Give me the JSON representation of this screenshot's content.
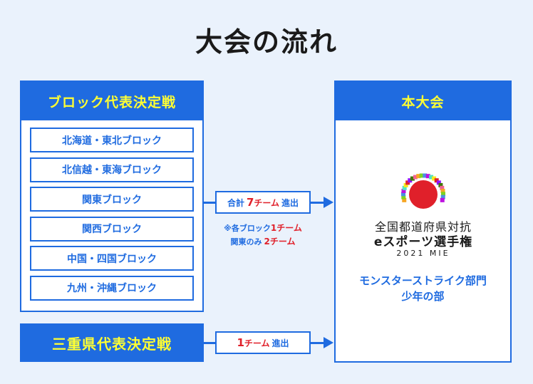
{
  "title": "大会の流れ",
  "block_panel": {
    "header": "ブロック代表決定戦",
    "regions": [
      "北海道・東北ブロック",
      "北信越・東海ブロック",
      "関東ブロック",
      "関西ブロック",
      "中国・四国ブロック",
      "九州・沖縄ブロック"
    ]
  },
  "mie_panel": {
    "label": "三重県代表決定戦"
  },
  "arrow_top": {
    "prefix": "合計",
    "number": "7",
    "suffix": "チーム",
    "tail": "進出"
  },
  "note": {
    "line1_prefix": "※各ブロック",
    "line1_number": "1",
    "line1_suffix": "チーム",
    "line2_prefix": "関東のみ",
    "line2_number": "2",
    "line2_suffix": "チーム"
  },
  "arrow_bottom": {
    "number": "1",
    "suffix": "チーム",
    "tail": "進出"
  },
  "main_panel": {
    "header": "本大会",
    "logo_line1": "全国都道府県対抗",
    "logo_line2": "eスポーツ選手権",
    "logo_line3": "2021 MIE",
    "event_line1": "モンスターストライク部門",
    "event_line2": "少年の部"
  },
  "colors": {
    "primary": "#1f6be0",
    "accent": "#ffff33",
    "highlight": "#e0202a"
  }
}
